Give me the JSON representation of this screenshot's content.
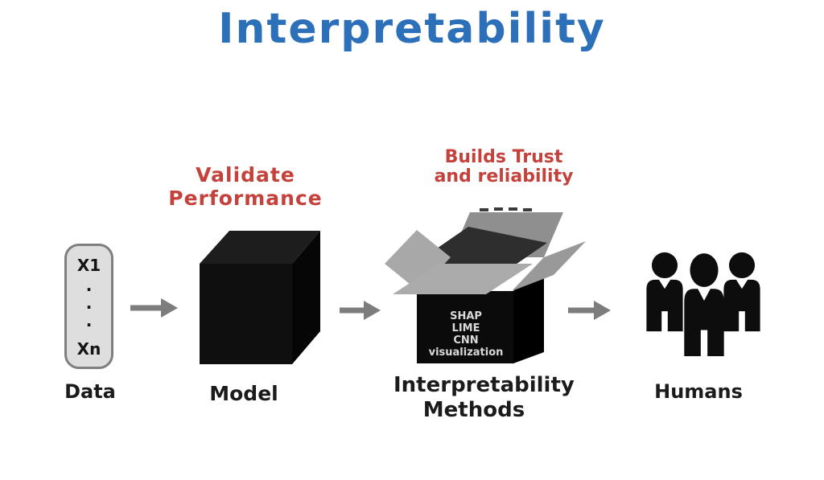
{
  "title": {
    "text": "Interpretability"
  },
  "annotations": {
    "validate_performance": "Validate Performance",
    "builds_trust": {
      "line1": "Builds Trust",
      "line2": "and reliability"
    }
  },
  "nodes": {
    "data": {
      "label": "Data",
      "feature_first": "X1",
      "feature_last": "Xn",
      "ellipsis": [
        "·",
        "·",
        "·"
      ]
    },
    "model": {
      "label": "Model"
    },
    "methods": {
      "label_line1": "Interpretability",
      "label_line2": "Methods",
      "items": [
        "SHAP",
        "LIME",
        "CNN visualization"
      ]
    },
    "humans": {
      "label": "Humans"
    }
  },
  "icons": {
    "arrows": [
      "right-arrow",
      "right-arrow",
      "right-arrow"
    ],
    "model": "black-cube",
    "methods": "open-cardboard-box",
    "humans": "people-group"
  },
  "colors": {
    "title_blue": "#2b70b9",
    "annotation_red": "#c4423b",
    "label_black": "#1b1b1b",
    "arrow_gray": "#7d7d7d",
    "flap_gray": "#9e9e9e",
    "pill_fill": "#dedede",
    "pill_border": "#7f7f7f",
    "box_text": "#d9d9d9",
    "background": "#ffffff"
  }
}
